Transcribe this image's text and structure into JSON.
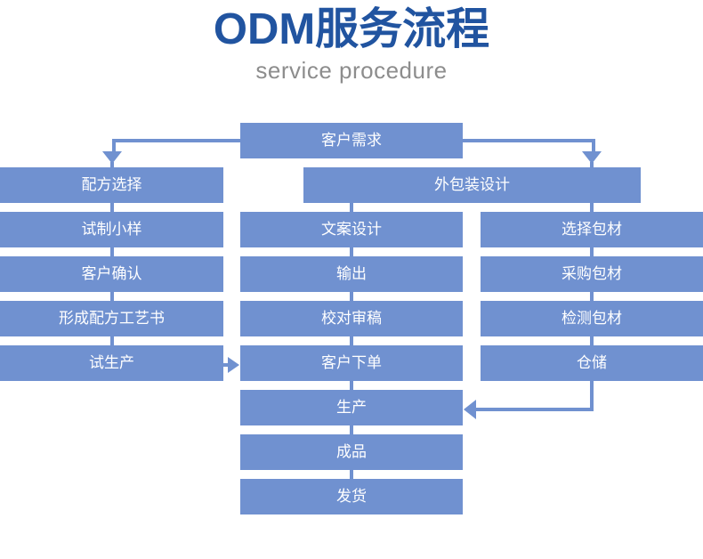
{
  "header": {
    "title": "ODM服务流程",
    "subtitle": "service procedure",
    "title_color": "#2154a0",
    "subtitle_color": "#8d8d8d"
  },
  "theme": {
    "box_fill": "#7091d0",
    "box_text": "#ffffff",
    "connector_color": "#7091d0",
    "background": "#ffffff"
  },
  "chart_data": {
    "type": "diagram",
    "title": "ODM服务流程",
    "subtitle": "service procedure",
    "nodes": [
      {
        "id": "customer-requirement",
        "label": "客户需求",
        "column": "center",
        "row": 0
      },
      {
        "id": "formula-selection",
        "label": "配方选择",
        "column": "left",
        "row": 1
      },
      {
        "id": "package-design",
        "label": "外包装设计",
        "column": "wide-right",
        "row": 1
      },
      {
        "id": "trial-sample",
        "label": "试制小样",
        "column": "left",
        "row": 2
      },
      {
        "id": "copy-design",
        "label": "文案设计",
        "column": "center",
        "row": 2
      },
      {
        "id": "select-packaging",
        "label": "选择包材",
        "column": "right",
        "row": 2
      },
      {
        "id": "customer-confirm",
        "label": "客户确认",
        "column": "left",
        "row": 3
      },
      {
        "id": "output",
        "label": "输出",
        "column": "center",
        "row": 3
      },
      {
        "id": "purchase-packaging",
        "label": "采购包材",
        "column": "right",
        "row": 3
      },
      {
        "id": "formula-document",
        "label": "形成配方工艺书",
        "column": "left",
        "row": 4
      },
      {
        "id": "proofreading",
        "label": "校对审稿",
        "column": "center",
        "row": 4
      },
      {
        "id": "inspect-packaging",
        "label": "检测包材",
        "column": "right",
        "row": 4
      },
      {
        "id": "trial-production",
        "label": "试生产",
        "column": "left",
        "row": 5
      },
      {
        "id": "customer-order",
        "label": "客户下单",
        "column": "center",
        "row": 5
      },
      {
        "id": "warehousing",
        "label": "仓储",
        "column": "right",
        "row": 5
      },
      {
        "id": "production",
        "label": "生产",
        "column": "center",
        "row": 6
      },
      {
        "id": "finished-product",
        "label": "成品",
        "column": "center",
        "row": 7
      },
      {
        "id": "shipment",
        "label": "发货",
        "column": "center",
        "row": 8
      }
    ],
    "edges": [
      {
        "from": "customer-requirement",
        "to": "formula-selection",
        "type": "branch-left-down"
      },
      {
        "from": "customer-requirement",
        "to": "package-design",
        "type": "branch-right-down"
      },
      {
        "from": "formula-selection",
        "to": "trial-sample",
        "type": "down"
      },
      {
        "from": "trial-sample",
        "to": "customer-confirm",
        "type": "down"
      },
      {
        "from": "customer-confirm",
        "to": "formula-document",
        "type": "down"
      },
      {
        "from": "formula-document",
        "to": "trial-production",
        "type": "down"
      },
      {
        "from": "trial-production",
        "to": "customer-order",
        "type": "right"
      },
      {
        "from": "package-design",
        "to": "copy-design",
        "type": "down"
      },
      {
        "from": "package-design",
        "to": "select-packaging",
        "type": "down"
      },
      {
        "from": "copy-design",
        "to": "output",
        "type": "down"
      },
      {
        "from": "output",
        "to": "proofreading",
        "type": "down"
      },
      {
        "from": "proofreading",
        "to": "customer-order",
        "type": "down"
      },
      {
        "from": "customer-order",
        "to": "production",
        "type": "down"
      },
      {
        "from": "select-packaging",
        "to": "purchase-packaging",
        "type": "down"
      },
      {
        "from": "purchase-packaging",
        "to": "inspect-packaging",
        "type": "down"
      },
      {
        "from": "inspect-packaging",
        "to": "warehousing",
        "type": "down"
      },
      {
        "from": "warehousing",
        "to": "production",
        "type": "down-then-left"
      },
      {
        "from": "production",
        "to": "finished-product",
        "type": "down"
      },
      {
        "from": "finished-product",
        "to": "shipment",
        "type": "down"
      }
    ]
  },
  "boxes": {
    "customer_requirement": "客户需求",
    "formula_selection": "配方选择",
    "package_design": "外包装设计",
    "trial_sample": "试制小样",
    "copy_design": "文案设计",
    "select_packaging": "选择包材",
    "customer_confirm": "客户确认",
    "output": "输出",
    "purchase_packaging": "采购包材",
    "formula_document": "形成配方工艺书",
    "proofreading": "校对审稿",
    "inspect_packaging": "检测包材",
    "trial_production": "试生产",
    "customer_order": "客户下单",
    "warehousing": "仓储",
    "production": "生产",
    "finished_product": "成品",
    "shipment": "发货"
  }
}
